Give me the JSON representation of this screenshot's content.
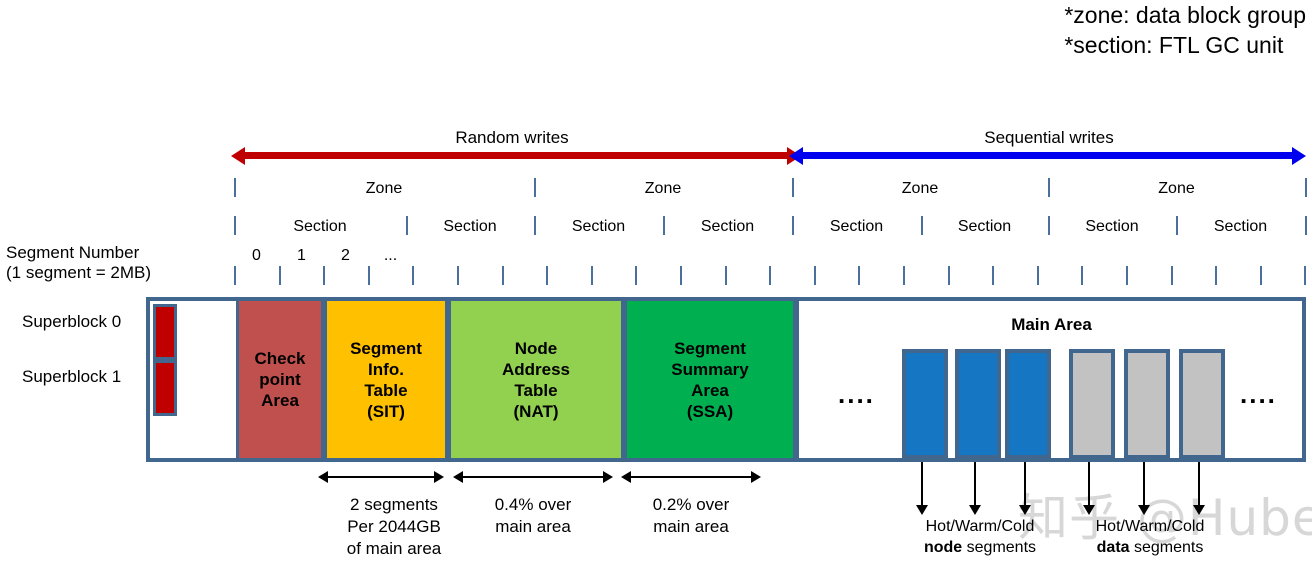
{
  "notes": {
    "line1": "*zone: data block group",
    "line2": "*section: FTL GC unit"
  },
  "write_bands": [
    {
      "label": "Random writes",
      "color": "#c00000"
    },
    {
      "label": "Sequential writes",
      "color": "#0000ee"
    }
  ],
  "rows": {
    "zone_label": "Zone",
    "section_label": "Section",
    "zones": [
      "Zone",
      "Zone",
      "Zone",
      "Zone"
    ],
    "sections": [
      "Section",
      "Section",
      "Section",
      "Section",
      "Section",
      "Section",
      "Section",
      "Section"
    ],
    "segment_numbers": [
      "0",
      "1",
      "2",
      "..."
    ]
  },
  "side_labels": {
    "segment_number_l1": "Segment Number",
    "segment_number_l2": "(1 segment = 2MB)",
    "superblock0": "Superblock 0",
    "superblock1": "Superblock 1"
  },
  "layout_blocks": [
    {
      "name": "checkpoint-area",
      "lines": [
        "Check",
        "point",
        "Area"
      ],
      "color": "#c0504d"
    },
    {
      "name": "segment-info-table",
      "lines": [
        "Segment",
        "Info.",
        "Table",
        "(SIT)"
      ],
      "color": "#ffc000"
    },
    {
      "name": "node-address-table",
      "lines": [
        "Node",
        "Address",
        "Table",
        "(NAT)"
      ],
      "color": "#92d050"
    },
    {
      "name": "segment-summary-area",
      "lines": [
        "Segment",
        "Summary",
        "Area",
        "(SSA)"
      ],
      "color": "#00b050"
    }
  ],
  "main_area": {
    "title": "Main Area",
    "left_dots": "....",
    "right_dots": "....",
    "node_blocks": 3,
    "data_blocks": 3,
    "node_color": "#1577c4",
    "data_color": "#c2c2c2"
  },
  "measures": [
    {
      "text": [
        "2 segments",
        "Per 2044GB",
        "of main area"
      ]
    },
    {
      "text": [
        "0.4% over",
        "main area"
      ]
    },
    {
      "text": [
        "0.2% over",
        "main area"
      ]
    }
  ],
  "callouts": [
    {
      "line1": "Hot/Warm/Cold",
      "bold": "node",
      "rest": " segments"
    },
    {
      "line1": "Hot/Warm/Cold",
      "bold": "data",
      "rest": " segments"
    }
  ],
  "watermark": "知乎 @Huber潘"
}
